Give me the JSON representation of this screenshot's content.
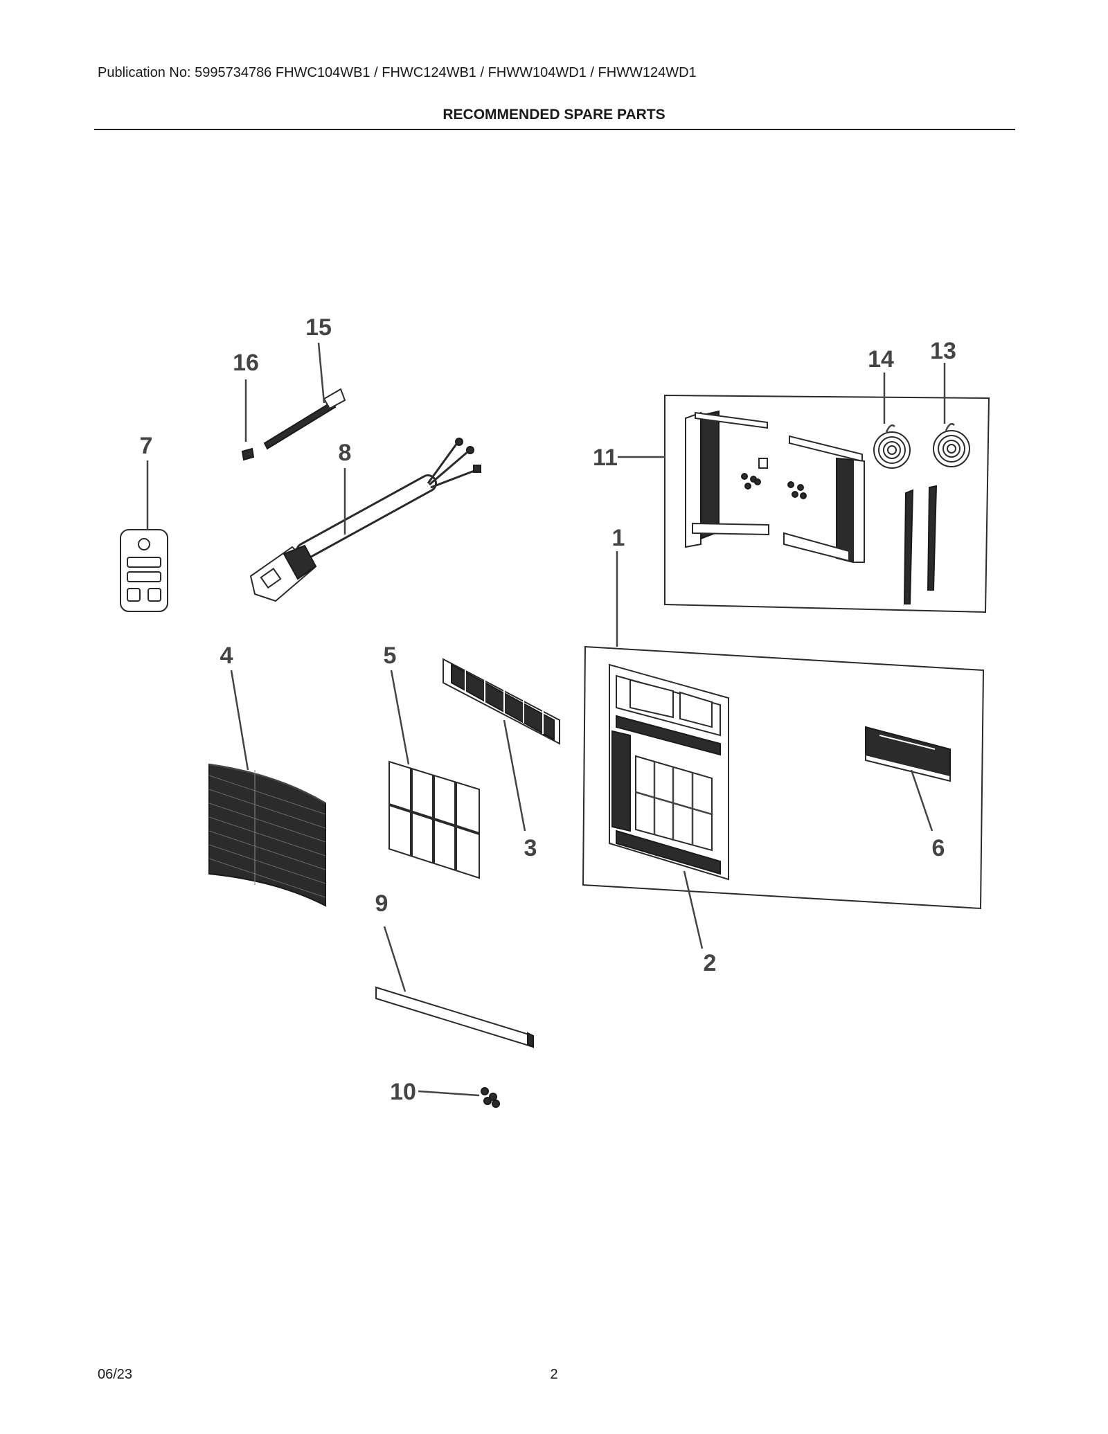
{
  "header": {
    "publication": "Publication No: 5995734786 FHWC104WB1 / FHWC124WB1 / FHWW104WD1 / FHWW124WD1",
    "title": "RECOMMENDED SPARE PARTS"
  },
  "callouts": {
    "c1": "1",
    "c2": "2",
    "c3": "3",
    "c4": "4",
    "c5": "5",
    "c6": "6",
    "c7": "7",
    "c8": "8",
    "c9": "9",
    "c10": "10",
    "c11": "11",
    "c13": "13",
    "c14": "14",
    "c15": "15",
    "c16": "16"
  },
  "footer": {
    "date": "06/23",
    "page_number": "2"
  }
}
